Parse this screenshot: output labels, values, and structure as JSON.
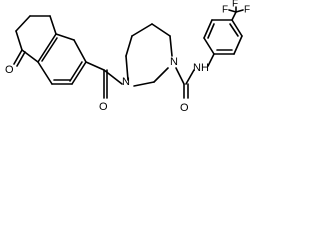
{
  "molecule": {
    "atoms": {
      "ketone_oxygen": "O",
      "amide_oxygen": "O",
      "urea_oxygen": "O",
      "ring_nitrogen_left": "N",
      "ring_nitrogen_right": "N",
      "nh_group": "NH",
      "fluorine_top": "F",
      "fluorine_left": "F",
      "fluorine_right": "F"
    },
    "bond_color": "#000000",
    "background": "#ffffff"
  }
}
